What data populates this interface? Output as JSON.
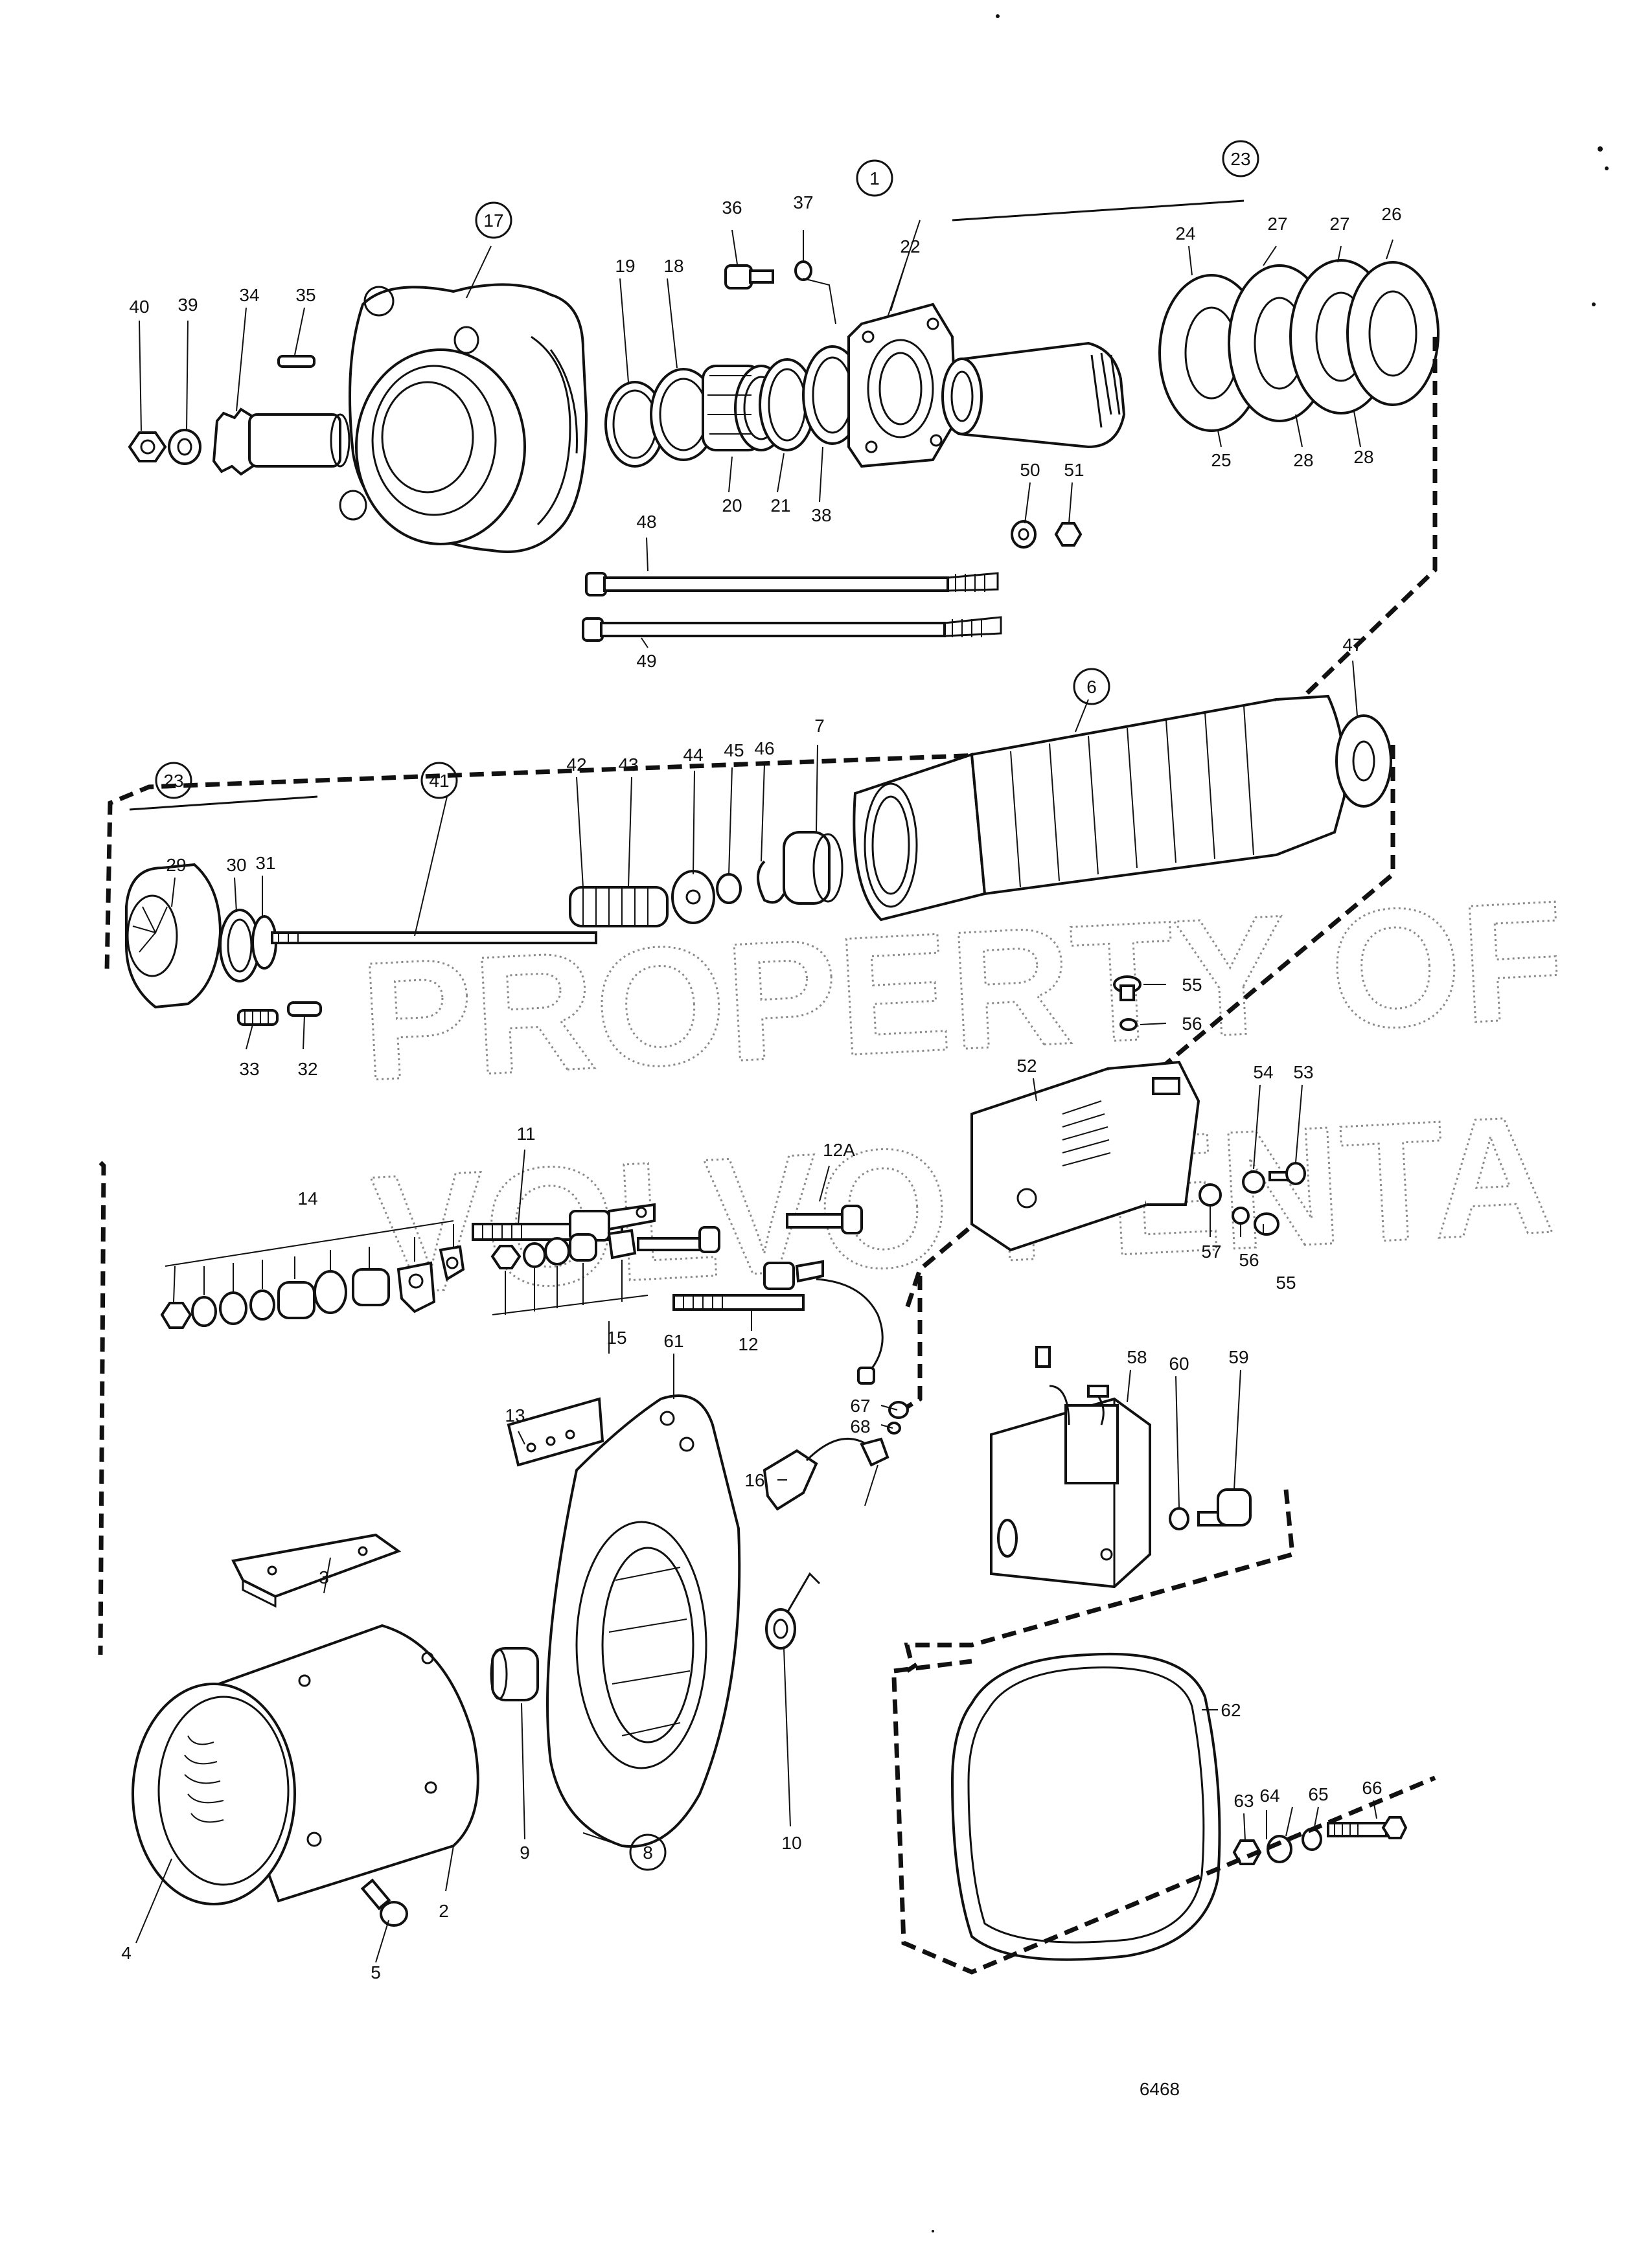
{
  "drawing_number": "6468",
  "watermark": {
    "line1": "PROPERTY OF",
    "line2": "VOLVO PENTA"
  },
  "callouts_circled": [
    "1",
    "17",
    "23",
    "23",
    "41",
    "6",
    "8"
  ],
  "callouts": [
    "2",
    "3",
    "4",
    "5",
    "7",
    "9",
    "10",
    "11",
    "12",
    "12A",
    "13",
    "14",
    "15",
    "16",
    "18",
    "19",
    "20",
    "21",
    "22",
    "24",
    "25",
    "26",
    "27",
    "27",
    "28",
    "28",
    "29",
    "30",
    "31",
    "32",
    "33",
    "34",
    "35",
    "36",
    "37",
    "38",
    "39",
    "40",
    "42",
    "43",
    "44",
    "45",
    "46",
    "47",
    "48",
    "49",
    "50",
    "51",
    "52",
    "53",
    "54",
    "55",
    "55",
    "56",
    "56",
    "57",
    "58",
    "59",
    "60",
    "61",
    "62",
    "63",
    "64",
    "65",
    "66",
    "67",
    "68"
  ]
}
